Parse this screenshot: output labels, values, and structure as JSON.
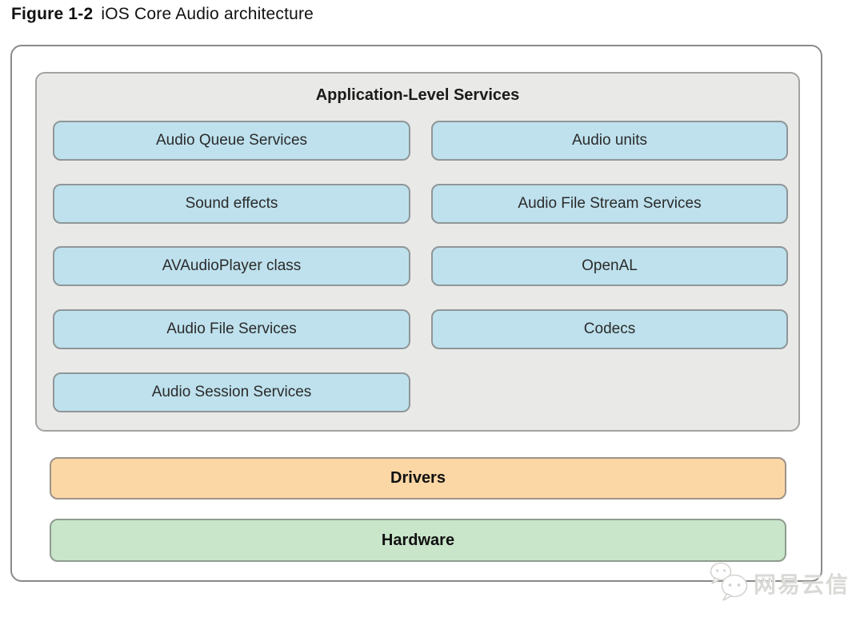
{
  "figure": {
    "label": "Figure 1-2",
    "caption": "iOS Core Audio architecture"
  },
  "architecture": {
    "application_services": {
      "title": "Application-Level Services",
      "left_column": [
        "Audio Queue Services",
        "Sound effects",
        "AVAudioPlayer class",
        "Audio File Services",
        "Audio Session Services"
      ],
      "right_column": [
        "Audio units",
        "Audio File Stream Services",
        "OpenAL",
        "Codecs"
      ]
    },
    "drivers_label": "Drivers",
    "hardware_label": "Hardware"
  },
  "watermark": {
    "text": "网易云信",
    "icon": "chat-bubbles-icon"
  },
  "colors": {
    "service_box": "#bee1ed",
    "drivers_box": "#fbd7a5",
    "hardware_box": "#c9e5ca",
    "panel_bg": "#e9e9e7",
    "outer_border": "#8a8a8a"
  }
}
